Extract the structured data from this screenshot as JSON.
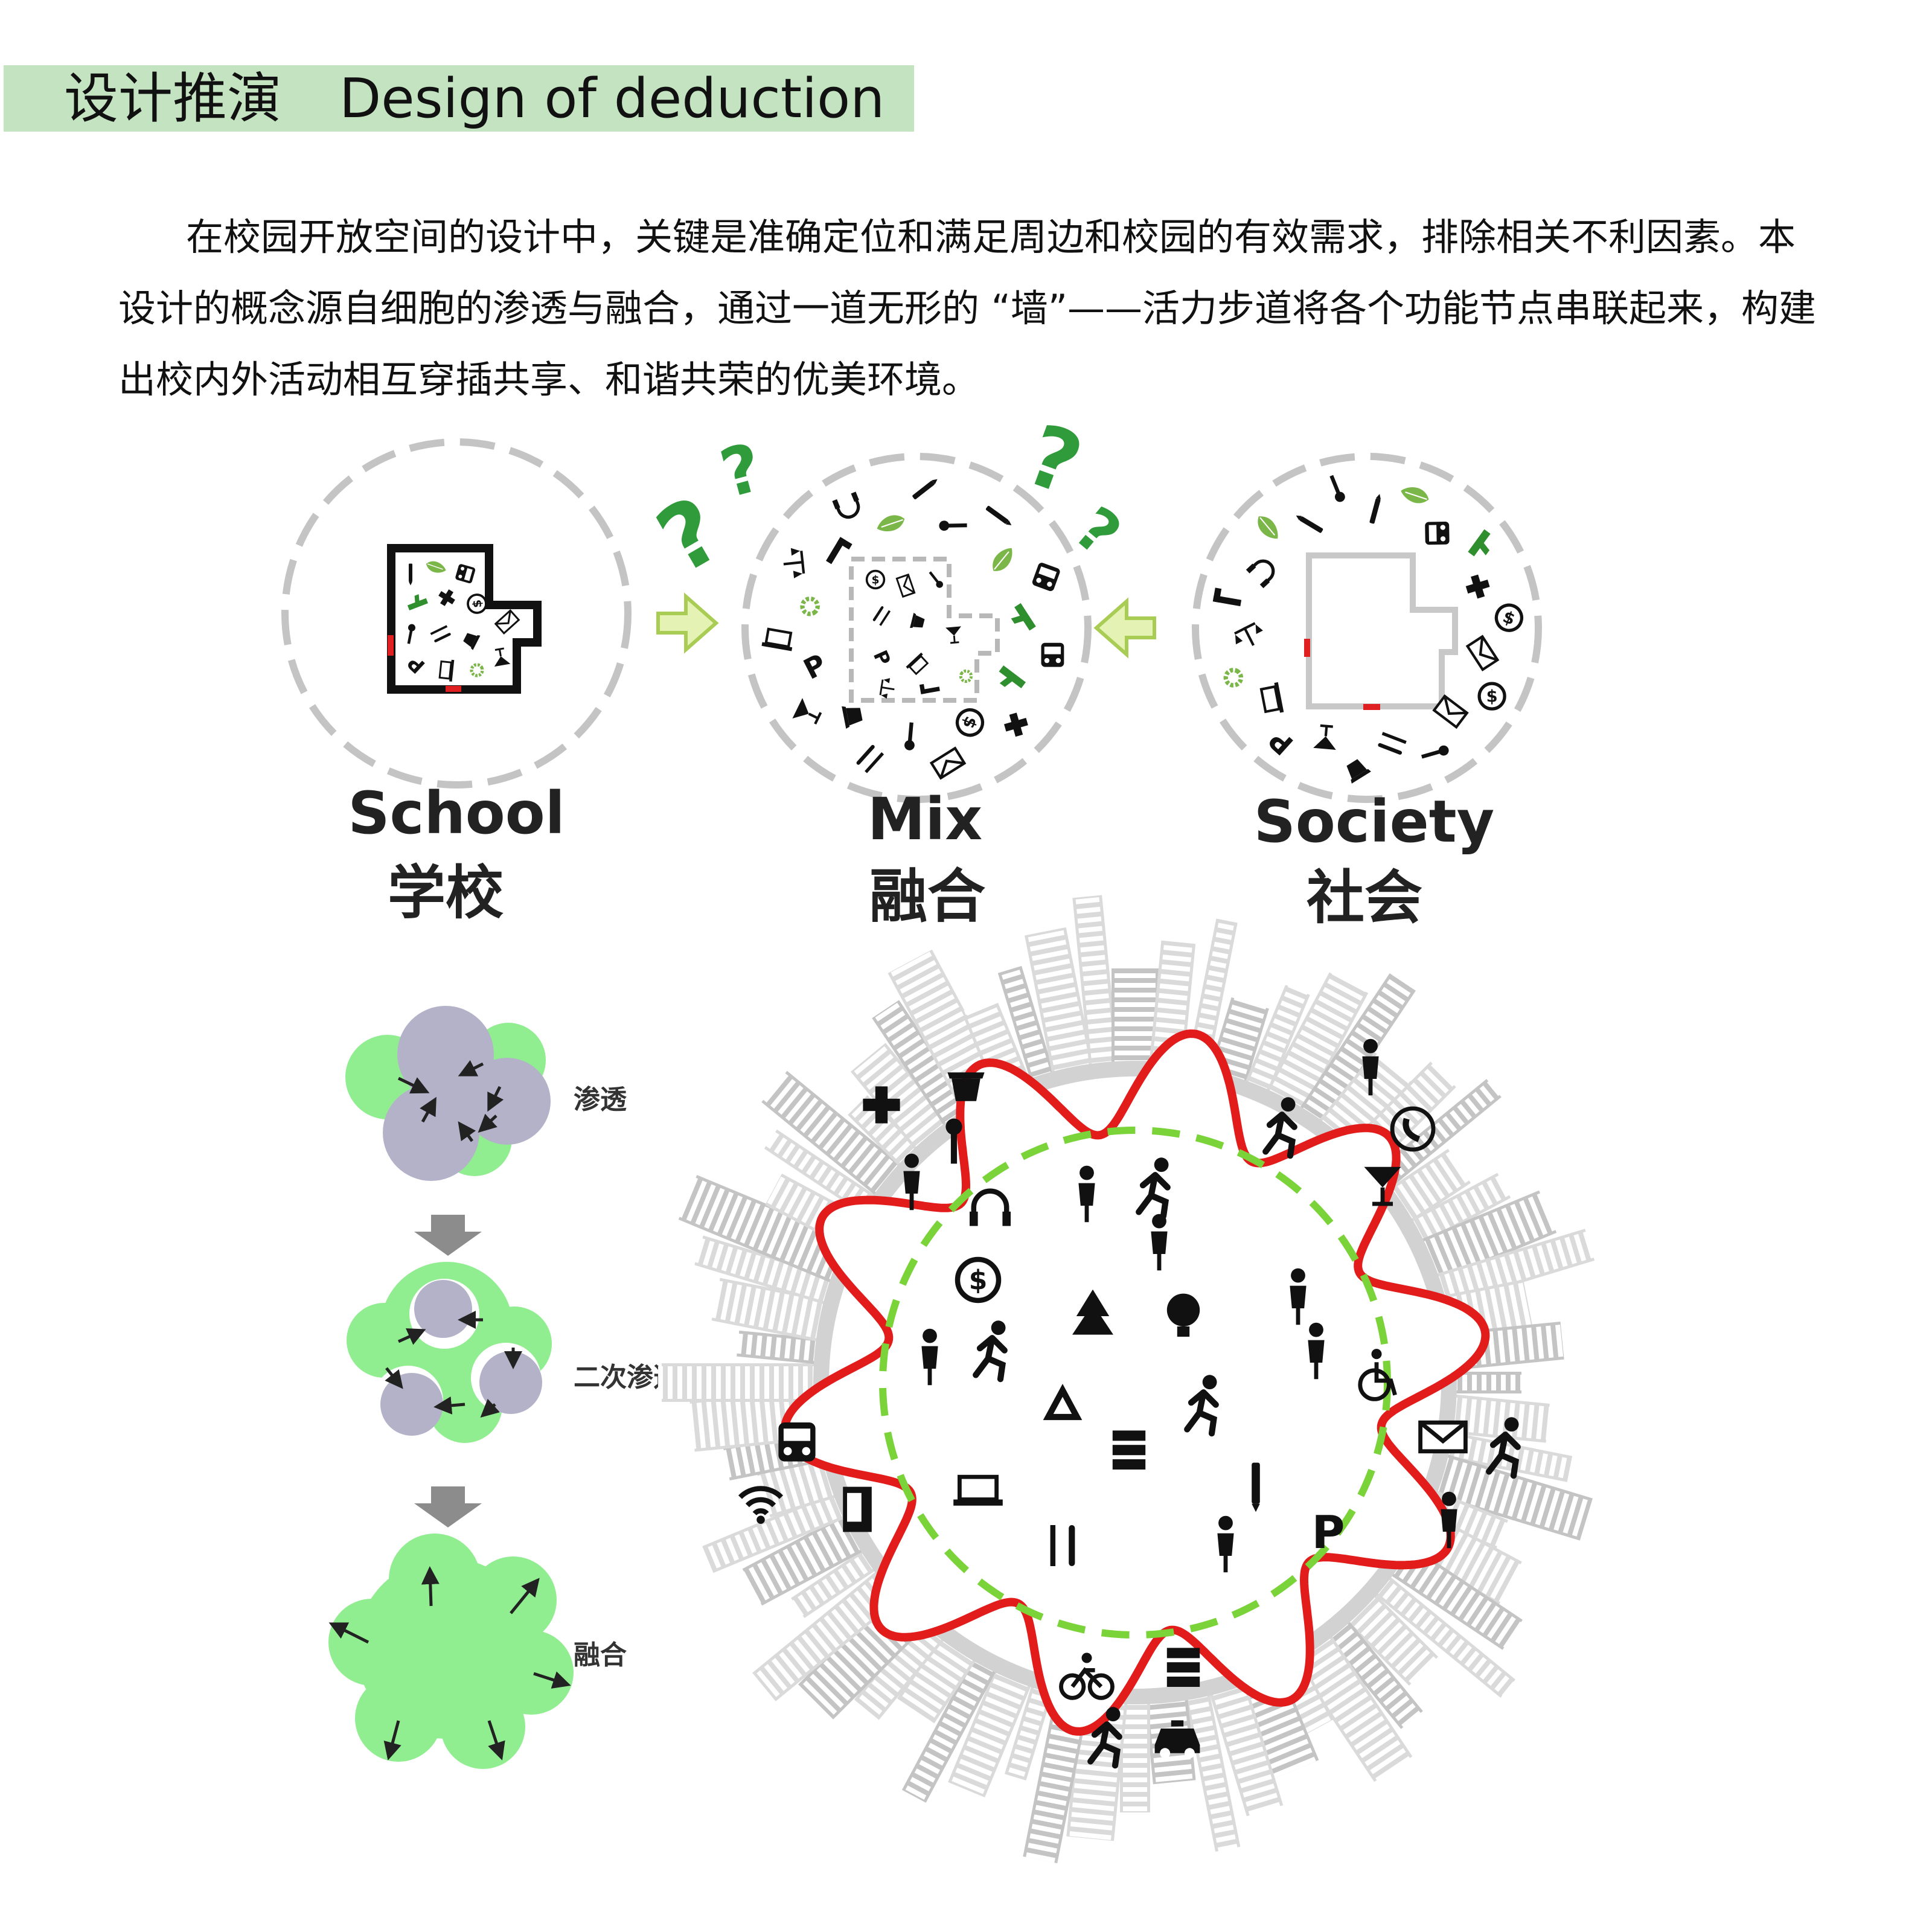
{
  "header": {
    "title_zh": "设计推演",
    "title_en": "Design of deduction",
    "band_color": "#c3e3c1"
  },
  "intro": {
    "paragraph": "在校园开放空间的设计中，关键是准确定位和满足周边和校园的有效需求，排除相关不利因素。本设计的概念源自细胞的渗透与融合，通过一道无形的 “墙”——活力步道将各个功能节点串联起来，构建出校内外活动相互穿插共享、和谐共荣的优美环境。"
  },
  "concept": {
    "school": {
      "label_en": "School",
      "label_zh": "学校"
    },
    "mix": {
      "label_en": "Mix",
      "label_zh": "融合"
    },
    "society": {
      "label_en": "Society",
      "label_zh": "社会"
    },
    "question_mark": "?",
    "colors": {
      "dash": "#bdbdbd",
      "arrow_fill": "#e4f3b4",
      "arrow_stroke": "#a9cc55",
      "question": "#2f9b3a",
      "icon_green": "#7ab648",
      "accent_red": "#e02020"
    }
  },
  "process": {
    "stages": [
      {
        "label": "渗透"
      },
      {
        "label": "二次渗透"
      },
      {
        "label": "融合"
      }
    ],
    "colors": {
      "grey_cell": "#b4b2c8",
      "green_cell": "#90ee90",
      "arrow": "#8c8c8c"
    }
  },
  "plan": {
    "colors": {
      "loop": "#e21b1b",
      "walkway": "#7bd33a",
      "city": "#cfcfcf"
    },
    "nodes": [
      {
        "name": "health-cafe-meeting",
        "icons": [
          "medical-cross-icon",
          "coffee-cup-icon",
          "microphone-icon",
          "meeting-icon",
          "headphones-icon"
        ]
      },
      {
        "name": "sports",
        "icons": [
          "tennis-player-icon",
          "runner-icon",
          "yoga-icon"
        ]
      },
      {
        "name": "leisure",
        "icons": [
          "bench-couple-icon",
          "skater-icon",
          "phone-icon",
          "cocktail-icon"
        ]
      },
      {
        "name": "finance-dance",
        "icons": [
          "dollar-icon",
          "reception-desk-icon",
          "dancer-icon"
        ]
      },
      {
        "name": "accessibility",
        "icons": [
          "blind-person-icon",
          "family-icon",
          "wheelchair-icon"
        ]
      },
      {
        "name": "transit-wifi",
        "icons": [
          "bus-icon",
          "wifi-icon",
          "vending-machine-icon"
        ]
      },
      {
        "name": "reading-dining",
        "icons": [
          "reader-icon",
          "cutlery-icon"
        ]
      },
      {
        "name": "smoking-parking",
        "icons": [
          "smoking-icon",
          "restroom-icon",
          "parking-icon"
        ]
      },
      {
        "name": "mail-climb",
        "icons": [
          "mail-icon",
          "climber-icon",
          "trash-bin-icon"
        ]
      },
      {
        "name": "cycle-taxi",
        "icons": [
          "bicycle-icon",
          "stack-icon",
          "inline-skater-icon",
          "taxi-icon"
        ]
      }
    ],
    "center_icons": [
      "trees-icon",
      "lightbulb-icon",
      "recycle-icon",
      "diving-icon",
      "auditorium-icon"
    ],
    "icon_glyphs": {
      "P": "P",
      "dollar": "$"
    }
  }
}
